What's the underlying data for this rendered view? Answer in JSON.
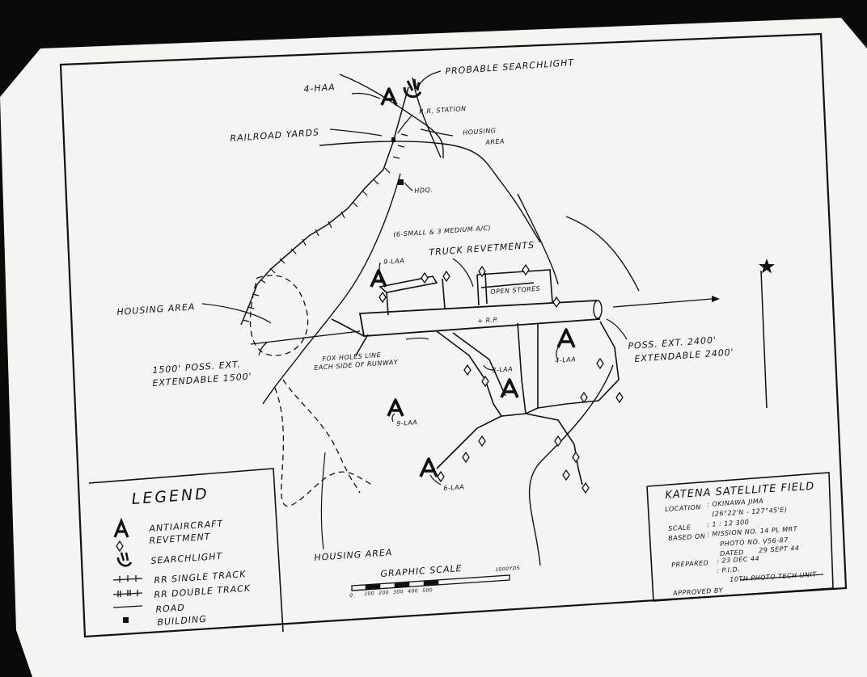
{
  "map": {
    "labels": {
      "probable_searchlight": "PROBABLE SEARCHLIGHT",
      "haa_4": "4-HAA",
      "rr_station": "R.R. STATION",
      "railroad_yards": "RAILROAD YARDS",
      "housing_area_top_1": "HOUSING",
      "housing_area_top_2": "AREA",
      "hdq": "HDQ.",
      "aircraft": "(6-SMALL & 3 MEDIUM A/C)",
      "truck_revetments": "TRUCK REVETMENTS",
      "laa_9_top": "9-LAA",
      "open_stores": "OPEN STORES",
      "housing_area_left": "HOUSING AREA",
      "rp": "+ R.P.",
      "fox_holes_1": "FOX HOLES LINE",
      "fox_holes_2": "EACH SIDE OF RUNWAY",
      "poss_ext_left_1": "1500' POSS. EXT.",
      "poss_ext_left_2": "EXTENDABLE 1500'",
      "laa_3": "3-LAA",
      "laa_4": "4-LAA",
      "poss_ext_right_1": "POSS. EXT. 2400'",
      "poss_ext_right_2": "EXTENDABLE 2400'",
      "laa_9_bottom": "9-LAA",
      "laa_6": "6-LAA",
      "housing_area_bottom": "HOUSING AREA"
    },
    "antiaircraft_symbol": "A",
    "north_arrow_icon": "star-north-icon"
  },
  "legend": {
    "title": "LEGEND",
    "items": [
      {
        "symbol": "antiaircraft-icon",
        "label": "ANTIAIRCRAFT"
      },
      {
        "symbol": "revetment-icon",
        "label": "REVETMENT"
      },
      {
        "symbol": "searchlight-icon",
        "label": "SEARCHLIGHT"
      },
      {
        "symbol": "rr-single-track-icon",
        "label": "RR SINGLE TRACK"
      },
      {
        "symbol": "rr-double-track-icon",
        "label": "RR DOUBLE TRACK"
      },
      {
        "symbol": "road-icon",
        "label": "ROAD"
      },
      {
        "symbol": "building-icon",
        "label": "BUILDING"
      }
    ]
  },
  "graphic_scale": {
    "title": "GRAPHIC SCALE",
    "ticks": [
      "0",
      "100",
      "200",
      "300",
      "400",
      "500",
      "1000YDS"
    ]
  },
  "title_block": {
    "title": "KATENA SATELLITE FIELD",
    "location_label": "LOCATION",
    "location_value": ": OKINAWA JIMA",
    "location_coords": "(26°22'N - 127°45'E)",
    "scale_label": "SCALE",
    "scale_value": ": 1 : 12 300",
    "based_on_label": "BASED ON",
    "based_on_value": ": MISSION NO. 14 PL MRT",
    "photo_no": "PHOTO NO. V56-87",
    "dated_label": "DATED",
    "dated_value": "29 SEPT 44",
    "prepared_label": "PREPARED",
    "prepared_value": ": 23 DEC 44",
    "prepared_by": ": P.I.D.",
    "unit": "10TH PHOTO TECH UNIT",
    "approved_label": "APPROVED BY"
  }
}
